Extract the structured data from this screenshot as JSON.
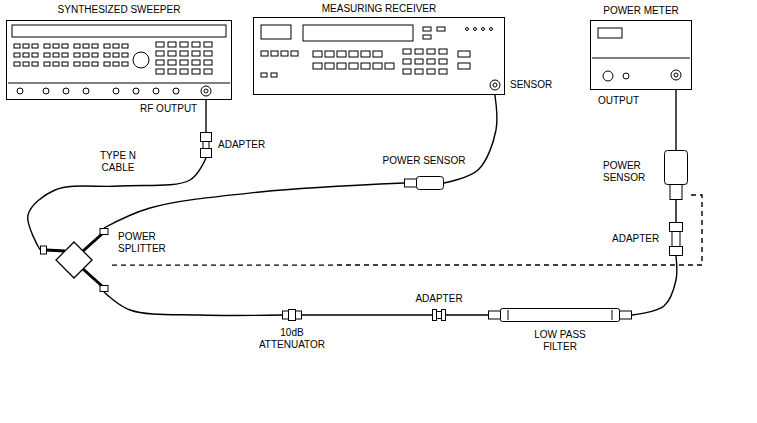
{
  "diagram": {
    "nodes": [
      {
        "text": [
          "SYNTHESIZED SWEEPER",
          "RF OUTPUT"
        ]
      },
      {
        "text": [
          "MEASURING RECEIVER",
          "SENSOR"
        ]
      },
      {
        "text": [
          "POWER METER",
          "OUTPUT"
        ]
      },
      {
        "text": [
          "ADAPTER"
        ]
      },
      {
        "text": [
          "POWER SPLITTER"
        ]
      },
      {
        "text": [
          "POWER SENSOR"
        ]
      },
      {
        "text": [
          "10dB ATTENUATOR"
        ]
      },
      {
        "text": [
          "ADAPTER"
        ]
      },
      {
        "text": [
          "LOW PASS FILTER"
        ]
      },
      {
        "text": [
          "ADAPTER"
        ]
      },
      {
        "text": [
          "POWER SENSOR"
        ]
      }
    ],
    "edges": [
      {
        "from": 0,
        "to": 3,
        "arrow": "none"
      },
      {
        "from": 3,
        "to": 4,
        "label": "TYPE N CABLE",
        "arrow": "none"
      },
      {
        "from": 4,
        "to": 5,
        "arrow": "none"
      },
      {
        "from": 5,
        "to": 1,
        "arrow": "none"
      },
      {
        "from": 4,
        "to": 6,
        "arrow": "none"
      },
      {
        "from": 6,
        "to": 7,
        "arrow": "none"
      },
      {
        "from": 7,
        "to": 8,
        "arrow": "none"
      },
      {
        "from": 8,
        "to": 9,
        "arrow": "none"
      },
      {
        "from": 9,
        "to": 10,
        "arrow": "none"
      },
      {
        "from": 10,
        "to": 2,
        "arrow": "none"
      },
      {
        "from": 4,
        "to": 10,
        "arrow": "none"
      }
    ]
  }
}
